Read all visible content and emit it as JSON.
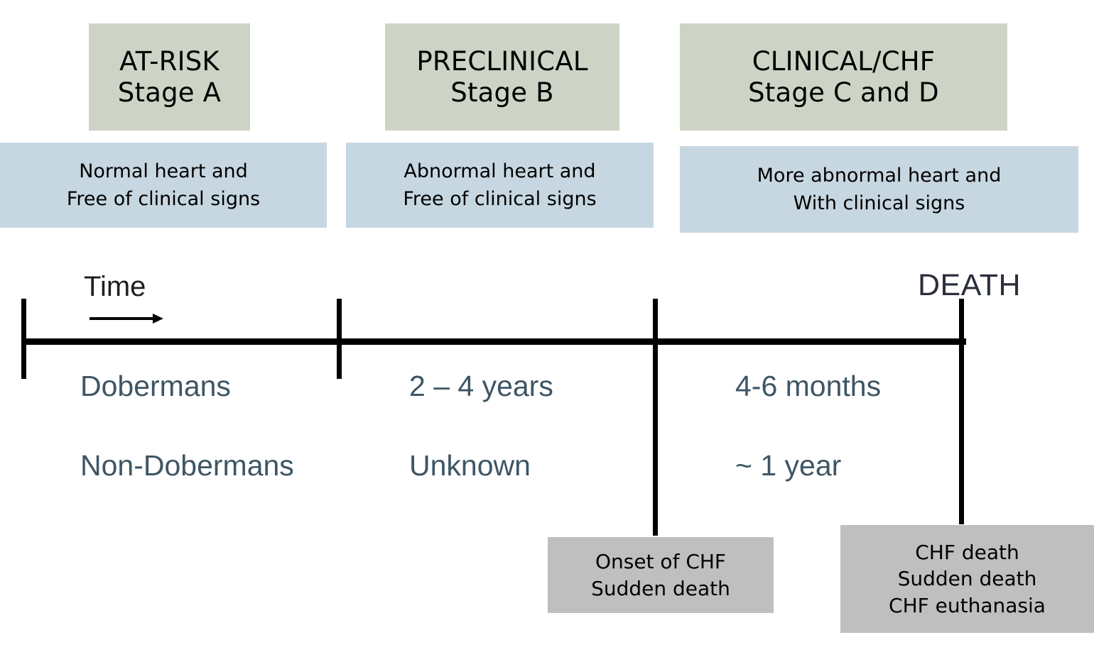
{
  "diagram": {
    "title_stages": [
      {
        "line1": "AT-RISK",
        "line2": "Stage A"
      },
      {
        "line1": "PRECLINICAL",
        "line2": "Stage B"
      },
      {
        "line1": "CLINICAL/CHF",
        "line2": "Stage C and D"
      }
    ],
    "descriptions": [
      {
        "line1": "Normal heart and",
        "line2": "Free of clinical signs"
      },
      {
        "line1": "Abnormal heart and",
        "line2": "Free of clinical signs"
      },
      {
        "line1": "More abnormal heart and",
        "line2": "With clinical signs"
      }
    ],
    "axis": {
      "time_label": "Time",
      "death_label": "DEATH"
    },
    "rows": [
      {
        "label": "Dobermans",
        "stage_b_duration": "2 – 4 years",
        "stage_cd_duration": "4-6 months"
      },
      {
        "label": "Non-Dobermans",
        "stage_b_duration": "Unknown",
        "stage_cd_duration": "~ 1 year"
      }
    ],
    "outcomes": [
      {
        "line1": "Onset of CHF",
        "line2": "Sudden death",
        "line3": ""
      },
      {
        "line1": "CHF death",
        "line2": "Sudden death",
        "line3": "CHF euthanasia"
      }
    ],
    "colors": {
      "stage_header": "#cdd4c5",
      "description": "#c7d7e1",
      "outcome": "#bfbfbf",
      "axis": "#000000",
      "row_text": "#3d5665",
      "death_text": "#2b2f3c"
    }
  }
}
